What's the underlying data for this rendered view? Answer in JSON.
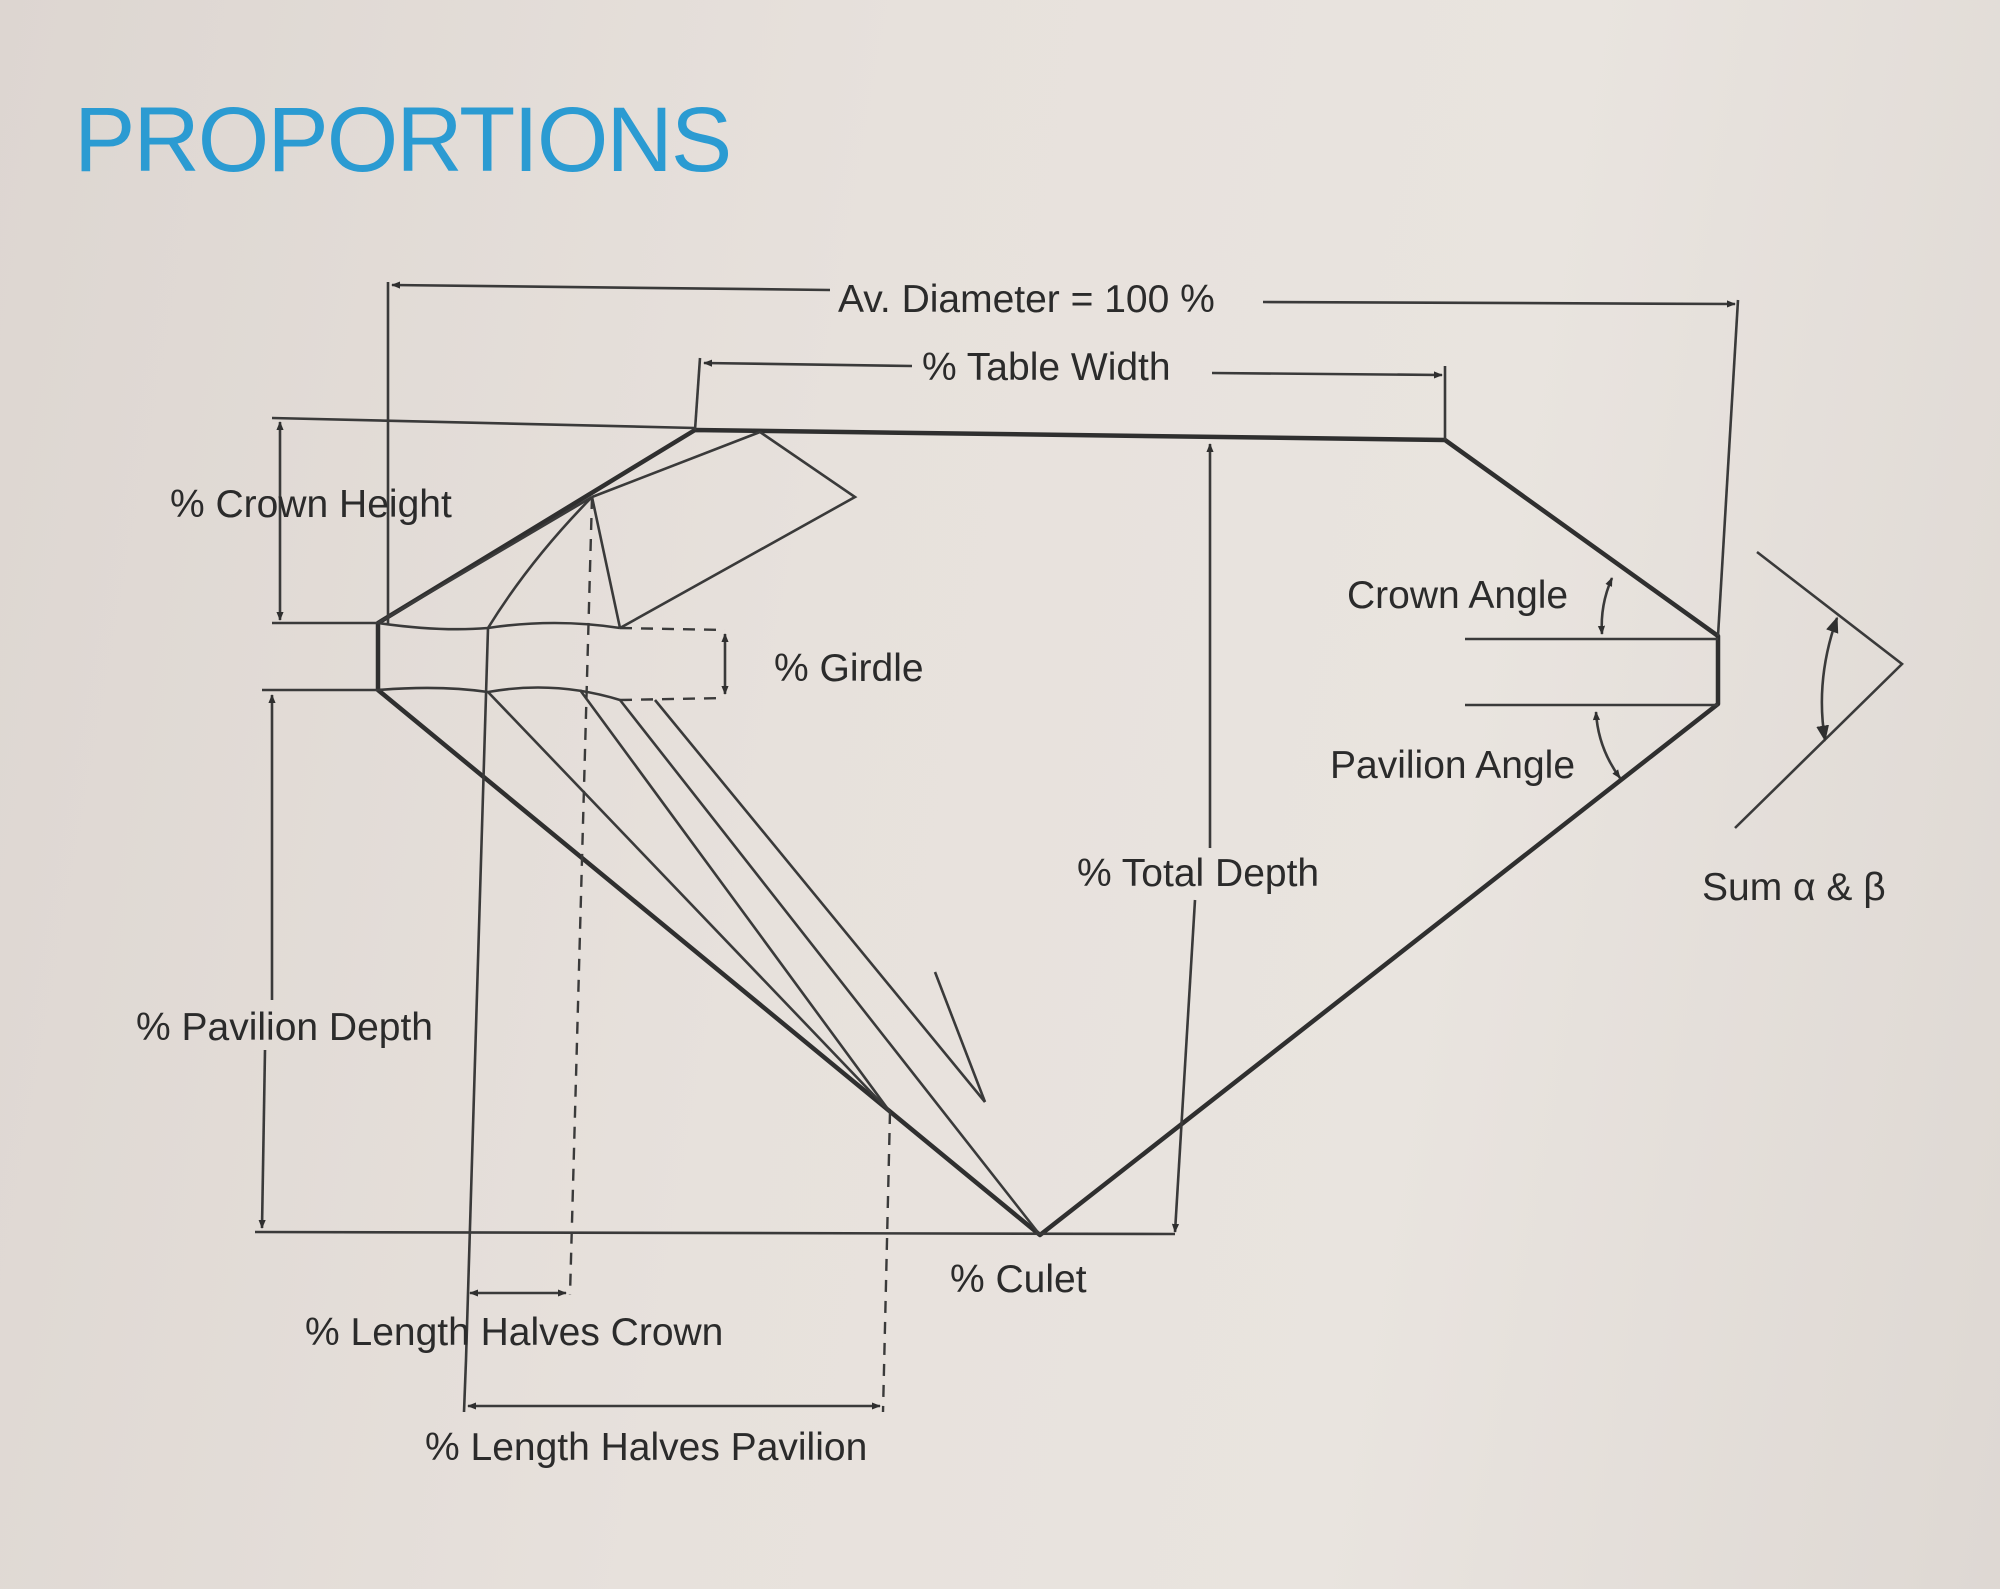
{
  "heading": "PROPORTIONS",
  "labels": {
    "diameter": "Av. Diameter = 100 %",
    "table_width": "% Table Width",
    "crown_height": "% Crown Height",
    "girdle": "% Girdle",
    "crown_angle": "Crown Angle",
    "pavilion_angle": "Pavilion Angle",
    "sum": "Sum α & β",
    "total_depth": "% Total Depth",
    "pavilion_depth": "% Pavilion Depth",
    "culet": "% Culet",
    "length_halves_crown": "% Length Halves Crown",
    "length_halves_pavilion": "% Length Halves Pavilion"
  },
  "colors": {
    "heading": "#2b9bd2",
    "lines": "#2f2f2f",
    "paper": "#e7e1dc"
  }
}
